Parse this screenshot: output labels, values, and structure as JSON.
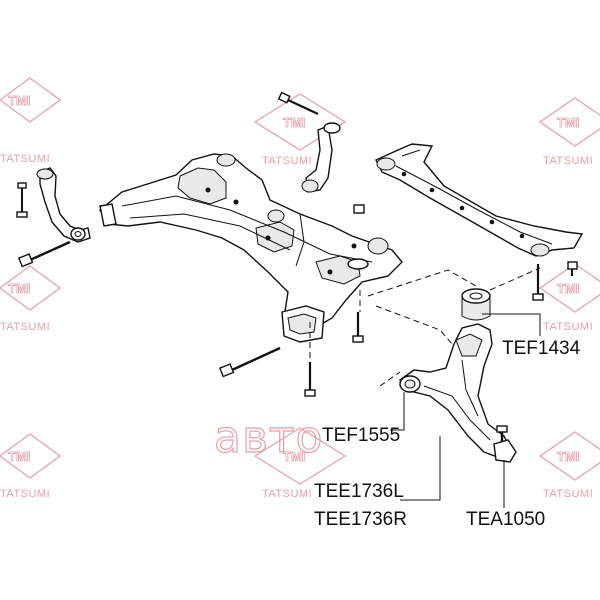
{
  "watermark": {
    "brand": "TMI",
    "sub_label": "TATSUMI",
    "center_text": "авто",
    "color": "#e6a0a8"
  },
  "callouts": {
    "tef1434": "TEF1434",
    "tef1555": "TEF1555",
    "tee1736l": "TEE1736L",
    "tee1736r": "TEE1736R",
    "tea1050": "TEA1050"
  }
}
